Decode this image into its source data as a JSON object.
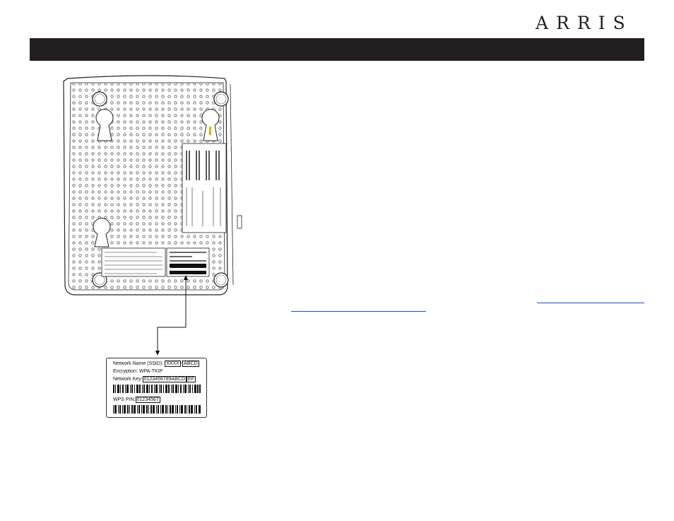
{
  "header": {
    "brand": "ARRIS",
    "band_color": "#231f20"
  },
  "label": {
    "ssid_caption": "Network Name (SSID):",
    "ssid_value_a": "XXXX",
    "ssid_separator": "-",
    "ssid_value_b": "ABCD",
    "encryption_caption": "Encryption:",
    "encryption_value": "WPA-TKIP",
    "key_caption": "Network Key:",
    "key_value": "0123456789ABCD",
    "key_extra": "EF",
    "wps_caption": "WPS PIN:",
    "wps_value": "01234567"
  },
  "colors": {
    "link": "#1a4fd0",
    "ink": "#231f20"
  }
}
